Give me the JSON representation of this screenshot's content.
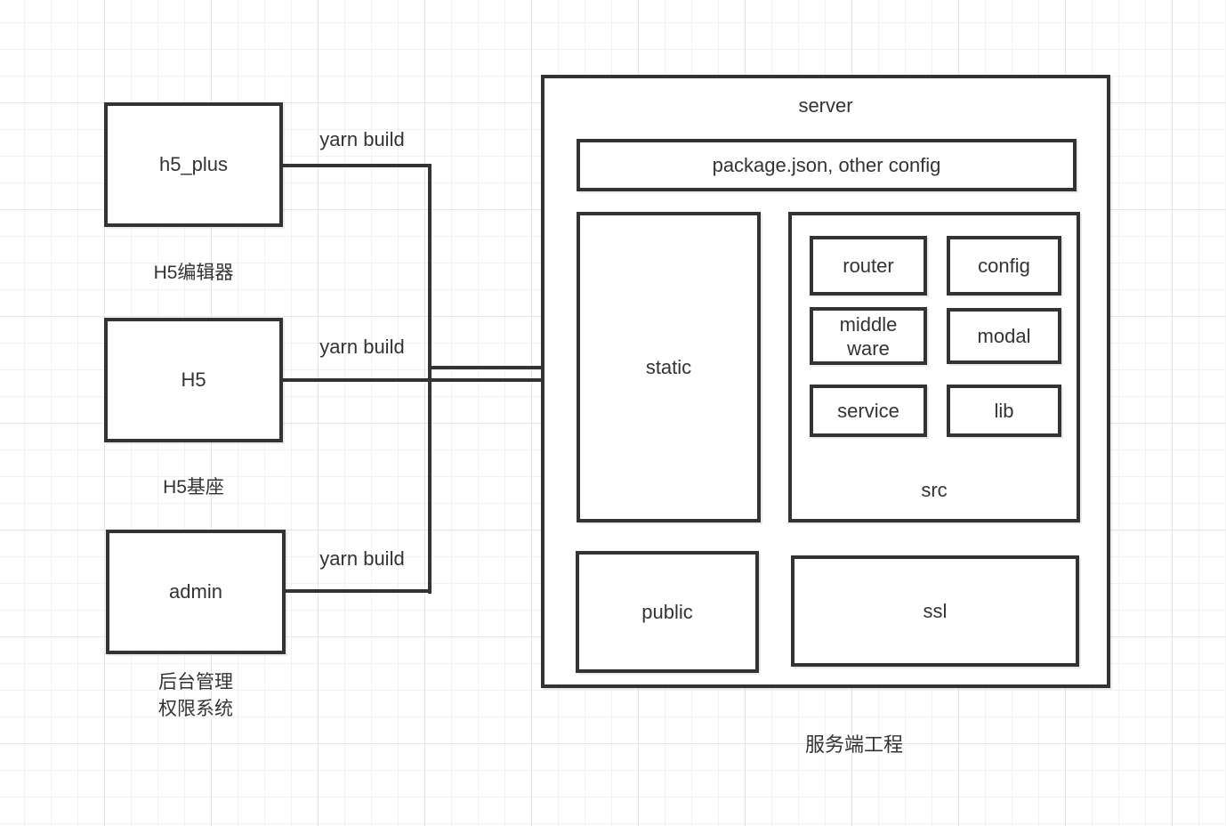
{
  "diagram": {
    "colors": {
      "stroke": "#333333",
      "text": "#333333",
      "background": "#ffffff",
      "grid_minor": "#f2f2f2",
      "grid_major": "#e6e6e6"
    },
    "nodes": {
      "h5_plus": {
        "label": "h5_plus",
        "caption": "H5编辑器"
      },
      "h5": {
        "label": "H5",
        "caption": "H5基座"
      },
      "admin": {
        "label": "admin",
        "caption": "后台管理\n权限系统"
      },
      "server": {
        "title": "server",
        "caption": "服务端工程"
      },
      "config_bar": {
        "label": "package.json, other config"
      },
      "static": {
        "label": "static"
      },
      "src": {
        "label": "src",
        "router": "router",
        "config": "config",
        "middleware": "middle\nware",
        "modal": "modal",
        "service": "service",
        "lib": "lib"
      },
      "public": {
        "label": "public"
      },
      "ssl": {
        "label": "ssl"
      }
    },
    "edges": {
      "h5_plus_build": "yarn build",
      "h5_build": "yarn build",
      "admin_build": "yarn build"
    }
  }
}
